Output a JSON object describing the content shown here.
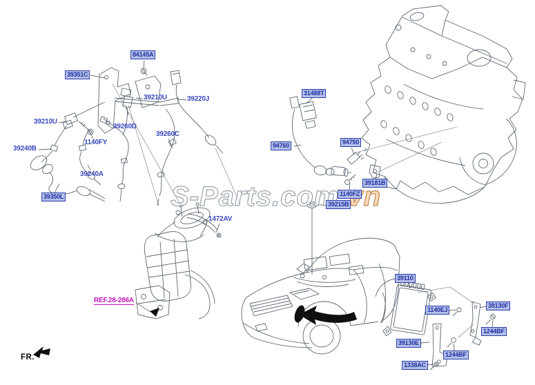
{
  "page": {
    "type": "parts-catalog-diagram",
    "background": "#ffffff"
  },
  "watermark": {
    "main": "S-Parts.com",
    "suffix": ".vn"
  },
  "direction_indicator": {
    "label": "FR."
  },
  "reference_label": {
    "text": "REF.28-286A"
  },
  "colors": {
    "label_box_fill": "#b4c0e8",
    "label_box_border": "#2a3cab",
    "label_box_text": "#202fa3",
    "plain_label_text": "#3a49bd",
    "reference_text": "#c617bb",
    "line_art": "#5c6672",
    "watermark_outline": "#9aa3ab",
    "watermark_accent": "#c08550",
    "arrow_black": "#101010"
  },
  "drawings": [
    "engine-drawing",
    "catalytic-converter-drawing",
    "wiring-harness-drawing",
    "oxygen-sensor-drawing",
    "crank-sensor-drawing",
    "vehicle-drawing",
    "ecu-drawing"
  ],
  "part_labels": [
    {
      "text": "39351C",
      "boxed": true
    },
    {
      "text": "84145A",
      "boxed": true
    },
    {
      "text": "31488T",
      "boxed": true
    },
    {
      "text": "94760",
      "boxed": true
    },
    {
      "text": "94750",
      "boxed": true
    },
    {
      "text": "39181B",
      "boxed": true
    },
    {
      "text": "1140FZ",
      "boxed": true
    },
    {
      "text": "39215B",
      "boxed": true
    },
    {
      "text": "39350L",
      "boxed": true
    },
    {
      "text": "39110",
      "boxed": true
    },
    {
      "text": "1140EJ",
      "boxed": true
    },
    {
      "text": "39130F",
      "boxed": true
    },
    {
      "text": "1244BF",
      "boxed": true
    },
    {
      "text": "39130E",
      "boxed": true
    },
    {
      "text": "1244BF",
      "boxed": true
    },
    {
      "text": "1338AC",
      "boxed": true
    },
    {
      "text": "39210U",
      "boxed": false
    },
    {
      "text": "39220J",
      "boxed": false
    },
    {
      "text": "39210U",
      "boxed": false
    },
    {
      "text": "39260D",
      "boxed": false
    },
    {
      "text": "39260C",
      "boxed": false
    },
    {
      "text": "1140FY",
      "boxed": false
    },
    {
      "text": "39240B",
      "boxed": false
    },
    {
      "text": "39240A",
      "boxed": false
    },
    {
      "text": "1472AV",
      "boxed": false
    }
  ]
}
